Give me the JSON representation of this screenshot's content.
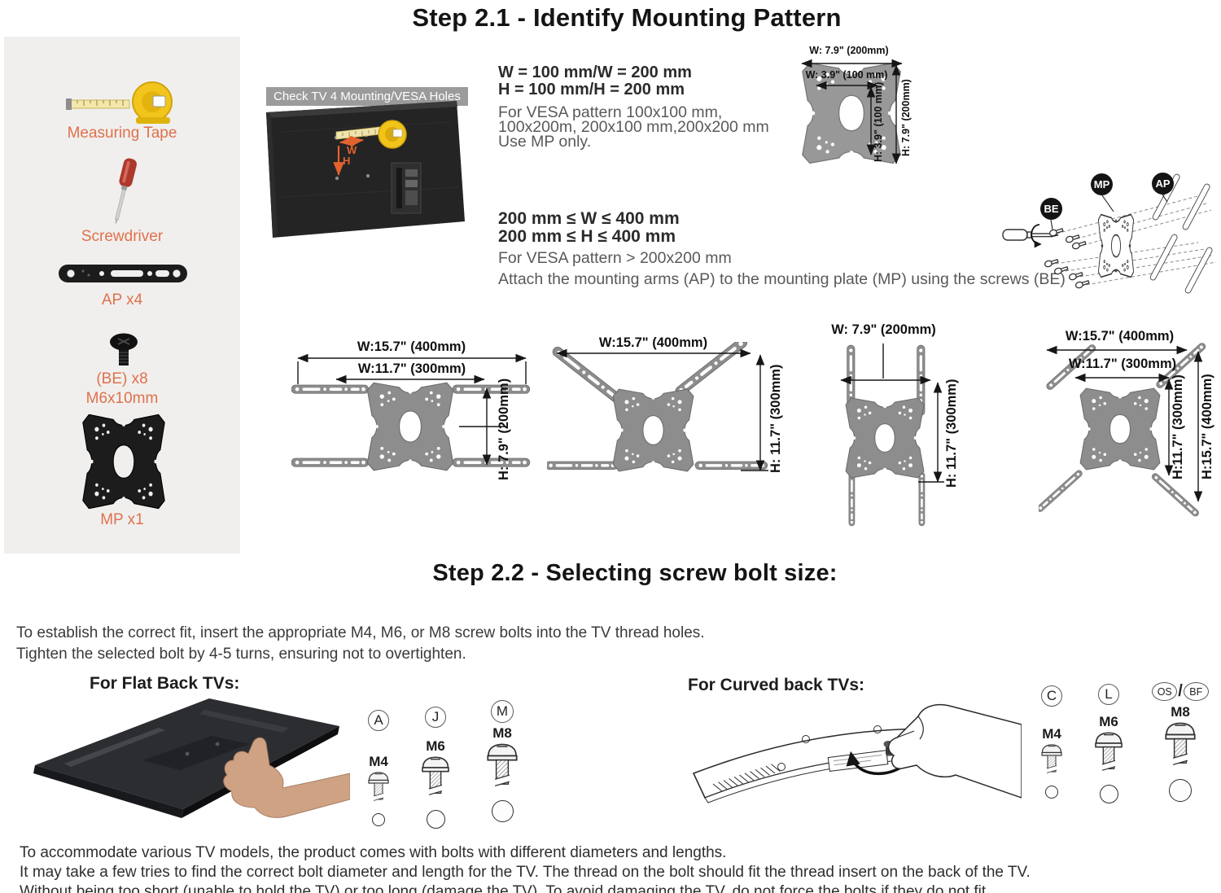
{
  "titles": {
    "step21": "Step 2.1 - Identify Mounting Pattern",
    "step22": "Step 2.2 - Selecting screw bolt size:"
  },
  "parts_panel": {
    "items": [
      {
        "label": "Measuring Tape"
      },
      {
        "label": "Screwdriver"
      },
      {
        "label": "AP x4"
      },
      {
        "label": "(BE) x8",
        "sublabel": "M6x10mm"
      },
      {
        "label": "MP x1"
      }
    ]
  },
  "tv_check": {
    "caption": "Check TV 4 Mounting/VESA Holes",
    "w_arrow": "W",
    "h_arrow": "H"
  },
  "pattern_small": {
    "rule_w": "W = 100 mm/W = 200 mm",
    "rule_h": "H = 100 mm/H = 200 mm",
    "desc1": "For VESA pattern  100x100 mm,",
    "desc2": "100x200m, 200x100 mm,200x200 mm",
    "desc3": "Use MP only.",
    "dim_w_outer": "W: 7.9\" (200mm)",
    "dim_w_inner": "W: 3.9\" (100 mm)",
    "dim_h_inner": "H: 3.9\" (100 mm)",
    "dim_h_outer": "H: 7.9\" (200mm)"
  },
  "pattern_large": {
    "rule_w": "200 mm ≤ W ≤ 400 mm",
    "rule_h": "200 mm ≤ H ≤ 400 mm",
    "desc1": "For VESA pattern > 200x200 mm",
    "desc2": "Attach the mounting arms (AP) to the mounting plate (MP) using the screws (BE)",
    "exploded": {
      "be": "BE",
      "mp": "MP",
      "ap": "AP"
    }
  },
  "configurations": [
    {
      "w1": "W:15.7\" (400mm)",
      "w2": "W:11.7\" (300mm)",
      "h1": "H: 7.9\" (200mm)"
    },
    {
      "w1": "W:15.7\" (400mm)",
      "h1": "H: 11.7\" (300mm)"
    },
    {
      "w1": "W: 7.9\" (200mm)",
      "h1": "H: 11.7\" (300mm)"
    },
    {
      "w1": "W:15.7\" (400mm)",
      "w2": "W:11.7\" (300mm)",
      "h1": "H:11.7\" (300mm)",
      "h2": "H:15.7\" (400mm)"
    }
  ],
  "step22": {
    "intro_line1": "To establish the correct fit, insert the appropriate M4, M6, or M8 screw bolts into the TV thread holes.",
    "intro_line2": "Tighten the selected bolt by 4-5 turns, ensuring not to overtighten.",
    "flat_heading": "For Flat Back TVs:",
    "curved_heading": "For Curved back TVs:",
    "flat_bolts": [
      {
        "badge": "A",
        "size": "M4"
      },
      {
        "badge": "J",
        "size": "M6"
      },
      {
        "badge": "M",
        "size": "M8"
      }
    ],
    "curved_bolts": [
      {
        "badge": "C",
        "size": "M4"
      },
      {
        "badge": "L",
        "size": "M6"
      },
      {
        "badge": "OS",
        "badge2": "BF",
        "size": "M8"
      }
    ],
    "footer_line1": "To accommodate various TV models, the product comes with bolts with different diameters and lengths.",
    "footer_line2": "It may take a few tries to find the correct bolt diameter and length for the TV. The thread on the bolt should fit the thread insert on the back of the TV.",
    "footer_line3": "Without being too short (unable to hold the TV) or too long (damage the TV). To avoid damaging the TV, do not force the bolts if they do not fit."
  }
}
